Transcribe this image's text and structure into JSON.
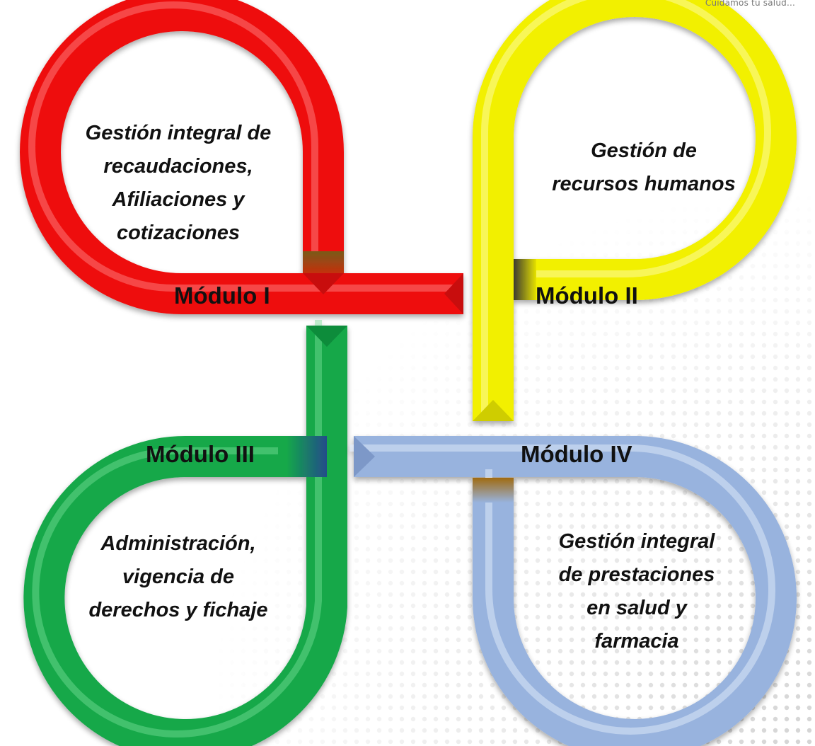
{
  "tagline": "Cuidamos tu salud...",
  "modules": [
    {
      "label": "Módulo I",
      "color": "#ee1111",
      "description_lines": [
        "Gestión integral de",
        "recaudaciones,",
        "Afiliaciones y",
        "cotizaciones"
      ]
    },
    {
      "label": "Módulo II",
      "color": "#f2f000",
      "description_lines": [
        "Gestión de",
        "recursos humanos"
      ]
    },
    {
      "label": "Módulo III",
      "color": "#13a84a",
      "description_lines": [
        "Administración,",
        "vigencia de",
        "derechos y fichaje"
      ]
    },
    {
      "label": "Módulo IV",
      "color": "#98b3de",
      "description_lines": [
        "Gestión integral",
        "de prestaciones",
        "en salud y",
        "farmacia"
      ]
    }
  ]
}
